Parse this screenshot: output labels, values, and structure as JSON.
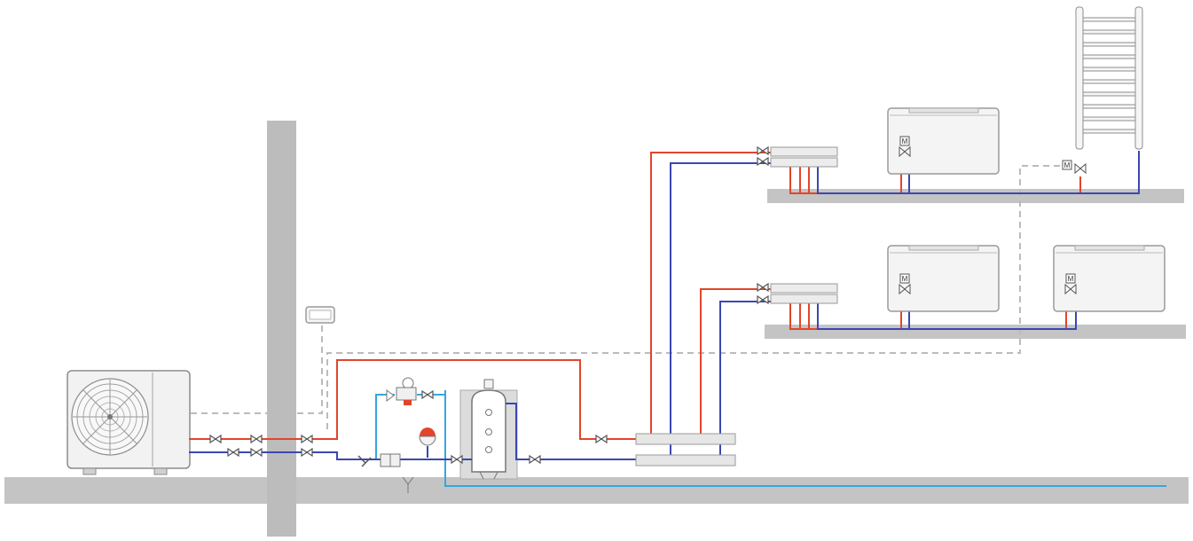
{
  "diagram": {
    "motor_label": "M",
    "colors": {
      "flow": "#e2452b",
      "return": "#3b48b0",
      "cold_water": "#35a7e0",
      "wall": "#bcbcbc",
      "floor": "#c4c4c4",
      "control_line": "#bbbbbb",
      "equipment_fill": "#f3f3f3",
      "equipment_stroke": "#9a9a9a"
    },
    "components": [
      {
        "id": "outdoor-unit",
        "icon": "heat-pump-icon"
      },
      {
        "id": "controller",
        "icon": "thermostat-icon"
      },
      {
        "id": "buffer-tank",
        "icon": "tank-icon"
      },
      {
        "id": "expansion-vessel",
        "icon": "expansion-vessel-icon"
      },
      {
        "id": "floor-manifold",
        "icon": "manifold-icon"
      },
      {
        "id": "fan-coil",
        "icon": "fan-coil-icon"
      },
      {
        "id": "towel-radiator",
        "icon": "towel-radiator-icon"
      },
      {
        "id": "zone-valve",
        "icon": "motorized-valve-icon"
      }
    ]
  }
}
